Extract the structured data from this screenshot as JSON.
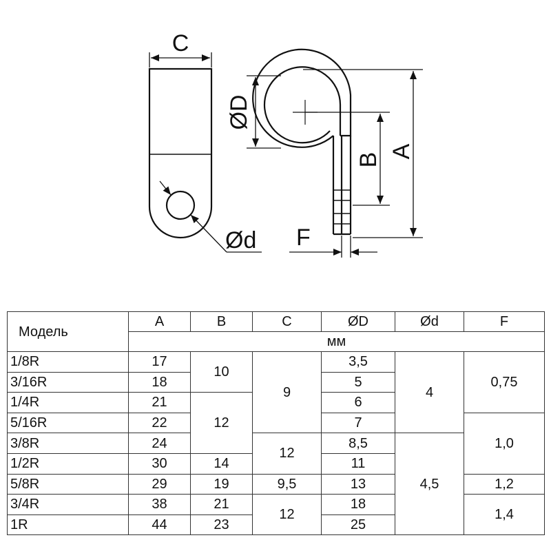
{
  "drawing": {
    "labels": {
      "c": "C",
      "d_outer": "ØD",
      "b": "B",
      "a": "A",
      "d_hole": "Ød",
      "f": "F"
    }
  },
  "table": {
    "model_header": "Модель",
    "columns": [
      "A",
      "B",
      "C",
      "ØD",
      "Ød",
      "F"
    ],
    "unit": "мм",
    "rows": [
      {
        "model": "1/8R",
        "A": "17",
        "B": "10",
        "C": "9",
        "D": "3,5",
        "d": "4",
        "F": "0,75"
      },
      {
        "model": "3/16R",
        "A": "18",
        "B": "10",
        "C": "9",
        "D": "5",
        "d": "4",
        "F": "0,75"
      },
      {
        "model": "1/4R",
        "A": "21",
        "B": "12",
        "C": "9",
        "D": "6",
        "d": "4",
        "F": "0,75"
      },
      {
        "model": "5/16R",
        "A": "22",
        "B": "12",
        "C": "9",
        "D": "7",
        "d": "4",
        "F": "1,0"
      },
      {
        "model": "3/8R",
        "A": "24",
        "B": "12",
        "C": "12",
        "D": "8,5",
        "d": "4,5",
        "F": "1,0"
      },
      {
        "model": "1/2R",
        "A": "30",
        "B": "14",
        "C": "12",
        "D": "11",
        "d": "4,5",
        "F": "1,0"
      },
      {
        "model": "5/8R",
        "A": "29",
        "B": "19",
        "C": "9,5",
        "D": "13",
        "d": "4,5",
        "F": "1,2"
      },
      {
        "model": "3/4R",
        "A": "38",
        "B": "21",
        "C": "12",
        "D": "18",
        "d": "4,5",
        "F": "1,4"
      },
      {
        "model": "1R",
        "A": "44",
        "B": "23",
        "C": "12",
        "D": "25",
        "d": "4,5",
        "F": "1,4"
      }
    ]
  }
}
